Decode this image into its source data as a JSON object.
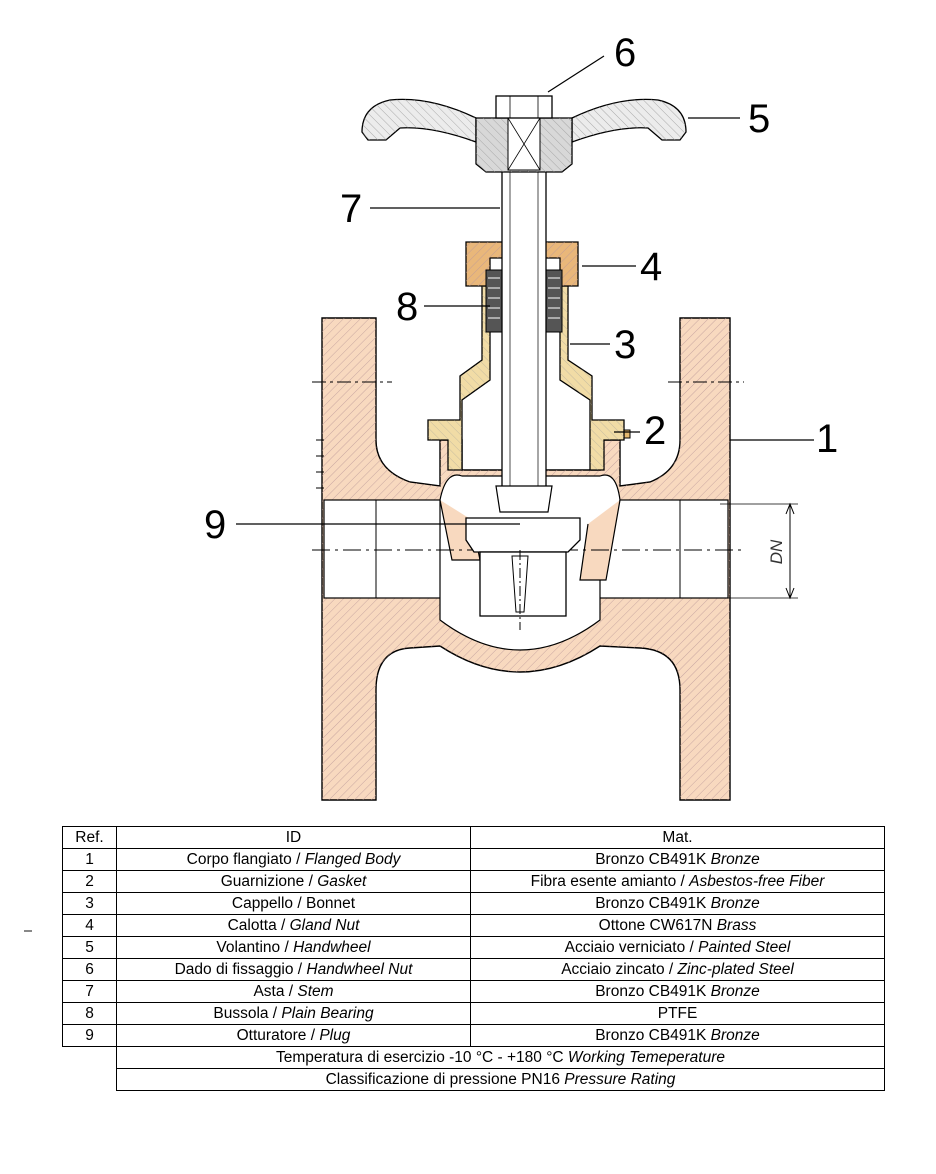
{
  "callouts": {
    "c1": "1",
    "c2": "2",
    "c3": "3",
    "c4": "4",
    "c5": "5",
    "c6": "6",
    "c7": "7",
    "c8": "8",
    "c9": "9"
  },
  "dimension_label": "DN",
  "colors": {
    "bronze_fill": "#f8d9bf",
    "bonnet_fill": "#f1dca6",
    "gasket_fill": "#e4b86f",
    "steel_fill": "#ececec",
    "outline": "#000000"
  },
  "table": {
    "headers": {
      "ref": "Ref.",
      "id": "ID",
      "mat": "Mat."
    },
    "rows": [
      {
        "ref": "1",
        "id_it": "Corpo flangiato / ",
        "id_en": "Flanged Body",
        "mat_it": "Bronzo CB491K ",
        "mat_en": "Bronze"
      },
      {
        "ref": "2",
        "id_it": "Guarnizione / ",
        "id_en": "Gasket",
        "mat_it": "Fibra esente amianto / ",
        "mat_en": "Asbestos-free Fiber"
      },
      {
        "ref": "3",
        "id_it": "Cappello / Bonnet",
        "id_en": "",
        "mat_it": "Bronzo CB491K ",
        "mat_en": "Bronze"
      },
      {
        "ref": "4",
        "id_it": "Calotta / ",
        "id_en": "Gland Nut",
        "mat_it": "Ottone CW617N ",
        "mat_en": "Brass"
      },
      {
        "ref": "5",
        "id_it": "Volantino / ",
        "id_en": "Handwheel",
        "mat_it": "Acciaio verniciato / ",
        "mat_en": "Painted Steel"
      },
      {
        "ref": "6",
        "id_it": "Dado di fissaggio / ",
        "id_en": "Handwheel Nut",
        "mat_it": "Acciaio zincato / ",
        "mat_en": "Zinc-plated Steel"
      },
      {
        "ref": "7",
        "id_it": "Asta / ",
        "id_en": "Stem",
        "mat_it": "Bronzo CB491K ",
        "mat_en": "Bronze"
      },
      {
        "ref": "8",
        "id_it": "Bussola / ",
        "id_en": "Plain Bearing",
        "mat_it": "PTFE",
        "mat_en": ""
      },
      {
        "ref": "9",
        "id_it": "Otturatore / ",
        "id_en": "Plug",
        "mat_it": "Bronzo CB491K ",
        "mat_en": "Bronze"
      }
    ],
    "footer": [
      {
        "it": "Temperatura di esercizio -10 °C - +180 °C ",
        "en": "Working Temeperature"
      },
      {
        "it": "Classificazione di pressione PN16 ",
        "en": "Pressure Rating"
      }
    ]
  }
}
